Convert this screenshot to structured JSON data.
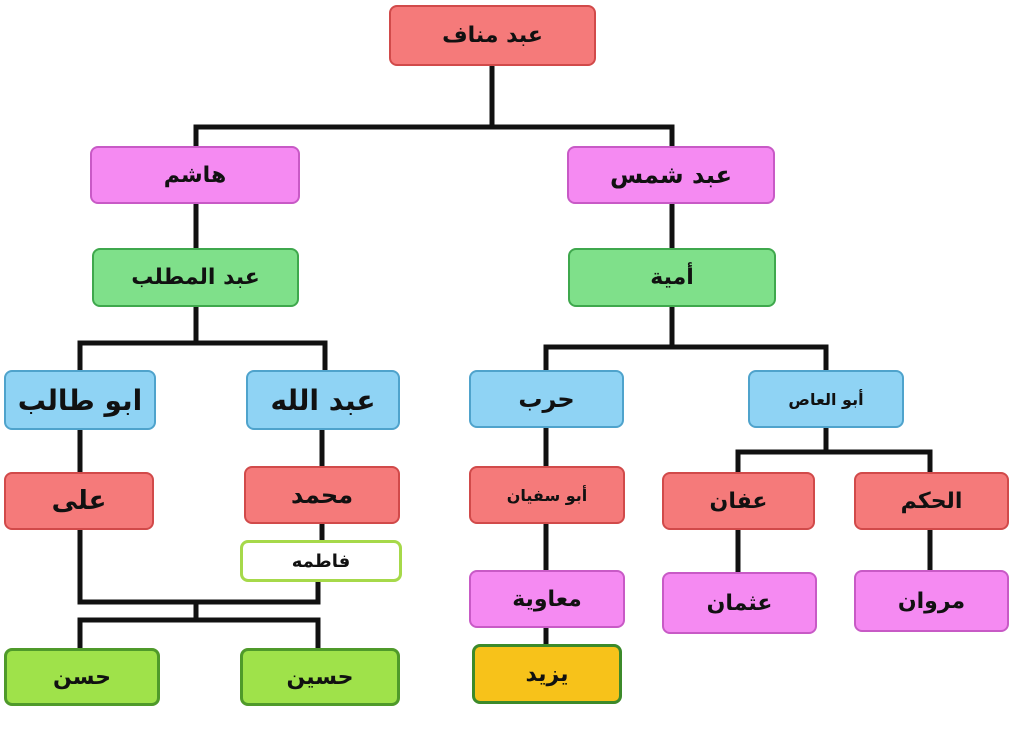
{
  "nodes": {
    "abd_manaf": "عبد مناف",
    "hashim": "هاشم",
    "abd_shams": "عبد شمس",
    "abd_al_muttalib": "عبد المطلب",
    "umayya": "أمية",
    "abu_talib": "ابو طالب",
    "abdullah": "عبد الله",
    "harb": "حرب",
    "abu_al_as": "أبو العاص",
    "ali": "على",
    "muhammad": "محمد",
    "fatima": "فاطمه",
    "abu_sufyan": "أبو سفيان",
    "affan": "عفان",
    "al_hakam": "الحكم",
    "muawiya": "معاوية",
    "uthman": "عثمان",
    "marwan": "مروان",
    "hasan": "حسن",
    "husayn": "حسين",
    "yazid": "يزيد"
  },
  "colors": {
    "red": "#f57a7a",
    "pink": "#f58af2",
    "green": "#7fe08a",
    "blue": "#8fd3f4",
    "lime": "#9fe24a",
    "gold": "#f7c21a",
    "white": "#ffffff",
    "connector": "#111111"
  }
}
